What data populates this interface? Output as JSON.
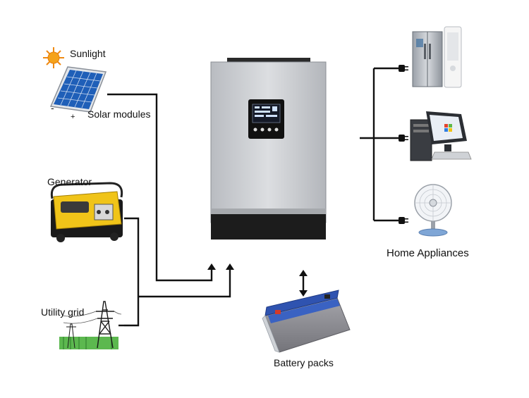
{
  "labels": {
    "sunlight": "Sunlight",
    "solar_modules": "Solar modules",
    "solar_minus": "-",
    "solar_plus": "+",
    "generator": "Generator",
    "utility_grid": "Utility grid",
    "home_appliances": "Home Appliances",
    "battery_packs": "Battery packs"
  },
  "icons": {
    "sun": "sun-icon",
    "solar_panel": "solar-panel-icon",
    "generator": "generator-icon",
    "utility_pylon": "utility-pylon-icon",
    "inverter": "inverter-icon",
    "fridge": "refrigerator-icon",
    "air_conditioner": "tower-air-conditioner-icon",
    "computer": "desktop-computer-icon",
    "fan": "electric-fan-icon",
    "battery": "battery-icon",
    "plug": "plug-icon"
  },
  "colors": {
    "wire": "#111111",
    "solar_cell": "#1f5fb8",
    "generator_body": "#f0c419",
    "inverter_body": "#c9ccd0",
    "inverter_base": "#1c1c1c",
    "battery_body": "#8f8f95",
    "battery_lid": "#2f53b0",
    "grass": "#5cb84f"
  }
}
